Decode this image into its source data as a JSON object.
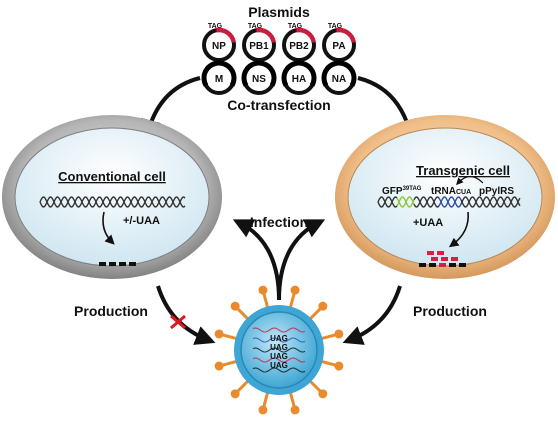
{
  "title": "Plasmids",
  "cotransfection_label": "Co-transfection",
  "tag_label": "TAG",
  "plasmids": [
    {
      "name": "NP",
      "tagged": true
    },
    {
      "name": "PB1",
      "tagged": true
    },
    {
      "name": "PB2",
      "tagged": true
    },
    {
      "name": "PA",
      "tagged": true
    },
    {
      "name": "M",
      "tagged": false
    },
    {
      "name": "NS",
      "tagged": false
    },
    {
      "name": "HA",
      "tagged": false
    },
    {
      "name": "NA",
      "tagged": false
    }
  ],
  "left_cell": {
    "title": "Conventional cell",
    "condition": "+/-UAA"
  },
  "right_cell": {
    "title": "Transgenic cell",
    "gene1": "GFP",
    "gene1_sup": "39TAG",
    "gene2": "tRNA",
    "gene2_sub": "CUA",
    "gene3": "pPylRS",
    "condition": "+UAA"
  },
  "infection_label": "Infection",
  "production_left": "Production",
  "production_right": "Production",
  "virus_codons": [
    "UAG",
    "UAG",
    "UAG",
    "UAG"
  ],
  "colors": {
    "tag_red": "#c81d3f",
    "plasmid_black": "#111111",
    "left_rim": "#9a9a9a",
    "right_rim": "#f2c08a",
    "cell_inner": "#d8ecf5",
    "virus_blue": "#5bb8e0",
    "spike_orange": "#e98a2c",
    "fail_red": "#e0191f",
    "peptide_red": "#d6203f",
    "gfp_green": "#8dc63f",
    "trna_blue": "#2d4fa8"
  }
}
